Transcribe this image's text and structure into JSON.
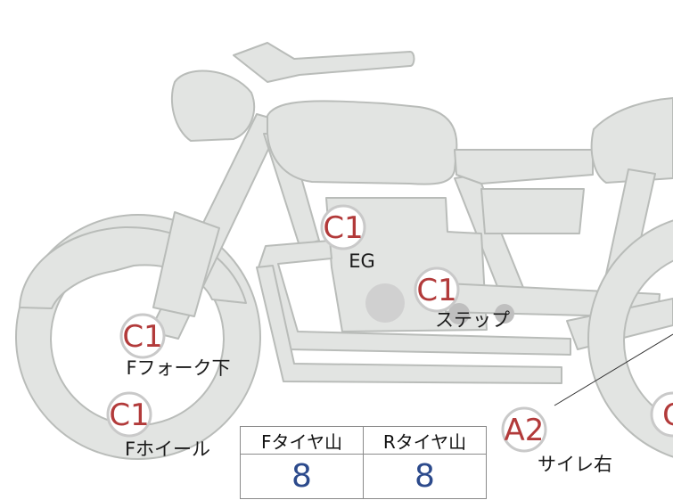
{
  "damage_marks": [
    {
      "code": "C1",
      "label": "EG"
    },
    {
      "code": "C1",
      "label": "ステップ"
    },
    {
      "code": "C1",
      "label": "Fフォーク下"
    },
    {
      "code": "C1",
      "label": "Fホイール"
    },
    {
      "code": "A2",
      "label": "サイレ右"
    },
    {
      "code": "C"
    }
  ],
  "tire_tread": {
    "headers": [
      "Fタイヤ山",
      "Rタイヤ山"
    ],
    "values": [
      "8",
      "8"
    ]
  },
  "colors": {
    "body_fill": "#e2e4e2",
    "body_stroke": "#b9bcb9",
    "tag_text": "#b23a3a",
    "tag_ring": "#c9c9c9",
    "value_text": "#2c4a8c"
  }
}
